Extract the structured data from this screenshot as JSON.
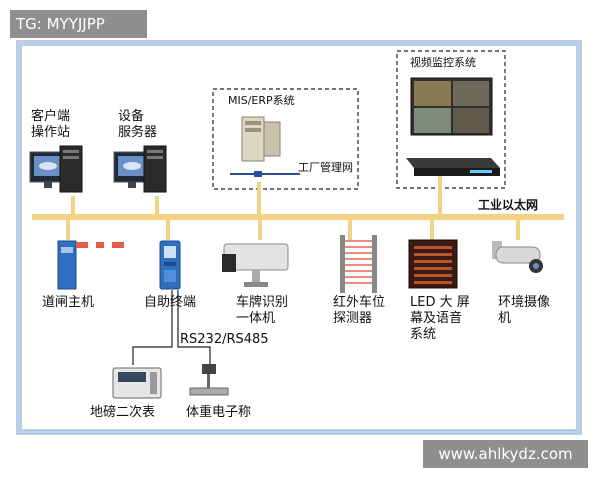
{
  "tag": "TG: MYYJJPP",
  "watermark": "www.ahlkydz.com",
  "bus_label": "工业以太网",
  "groups": {
    "mis": {
      "title": "MIS/ERP系统",
      "server_label": "工厂管理网"
    },
    "video": {
      "title": "视频监控系统"
    }
  },
  "top_nodes": {
    "client": [
      "客户端",
      "操作站"
    ],
    "server": [
      "设备",
      "服务器"
    ]
  },
  "bottom_nodes": {
    "barrier": "道闸主机",
    "kiosk": "自助终端",
    "lpr": [
      "车牌识别",
      "一体机"
    ],
    "infrared": [
      "红外车位",
      "探测器"
    ],
    "led": [
      "LED 大 屏",
      "幕及语音",
      "系统"
    ],
    "camera": [
      "环境摄像",
      "机"
    ]
  },
  "serial_label": "RS232/RS485",
  "sub_nodes": {
    "weighbridge": "地磅二次表",
    "scale": "体重电子称"
  },
  "colors": {
    "frame": "#b9cde6",
    "bus": "#f2d386",
    "badge": "#8f8f8f"
  }
}
